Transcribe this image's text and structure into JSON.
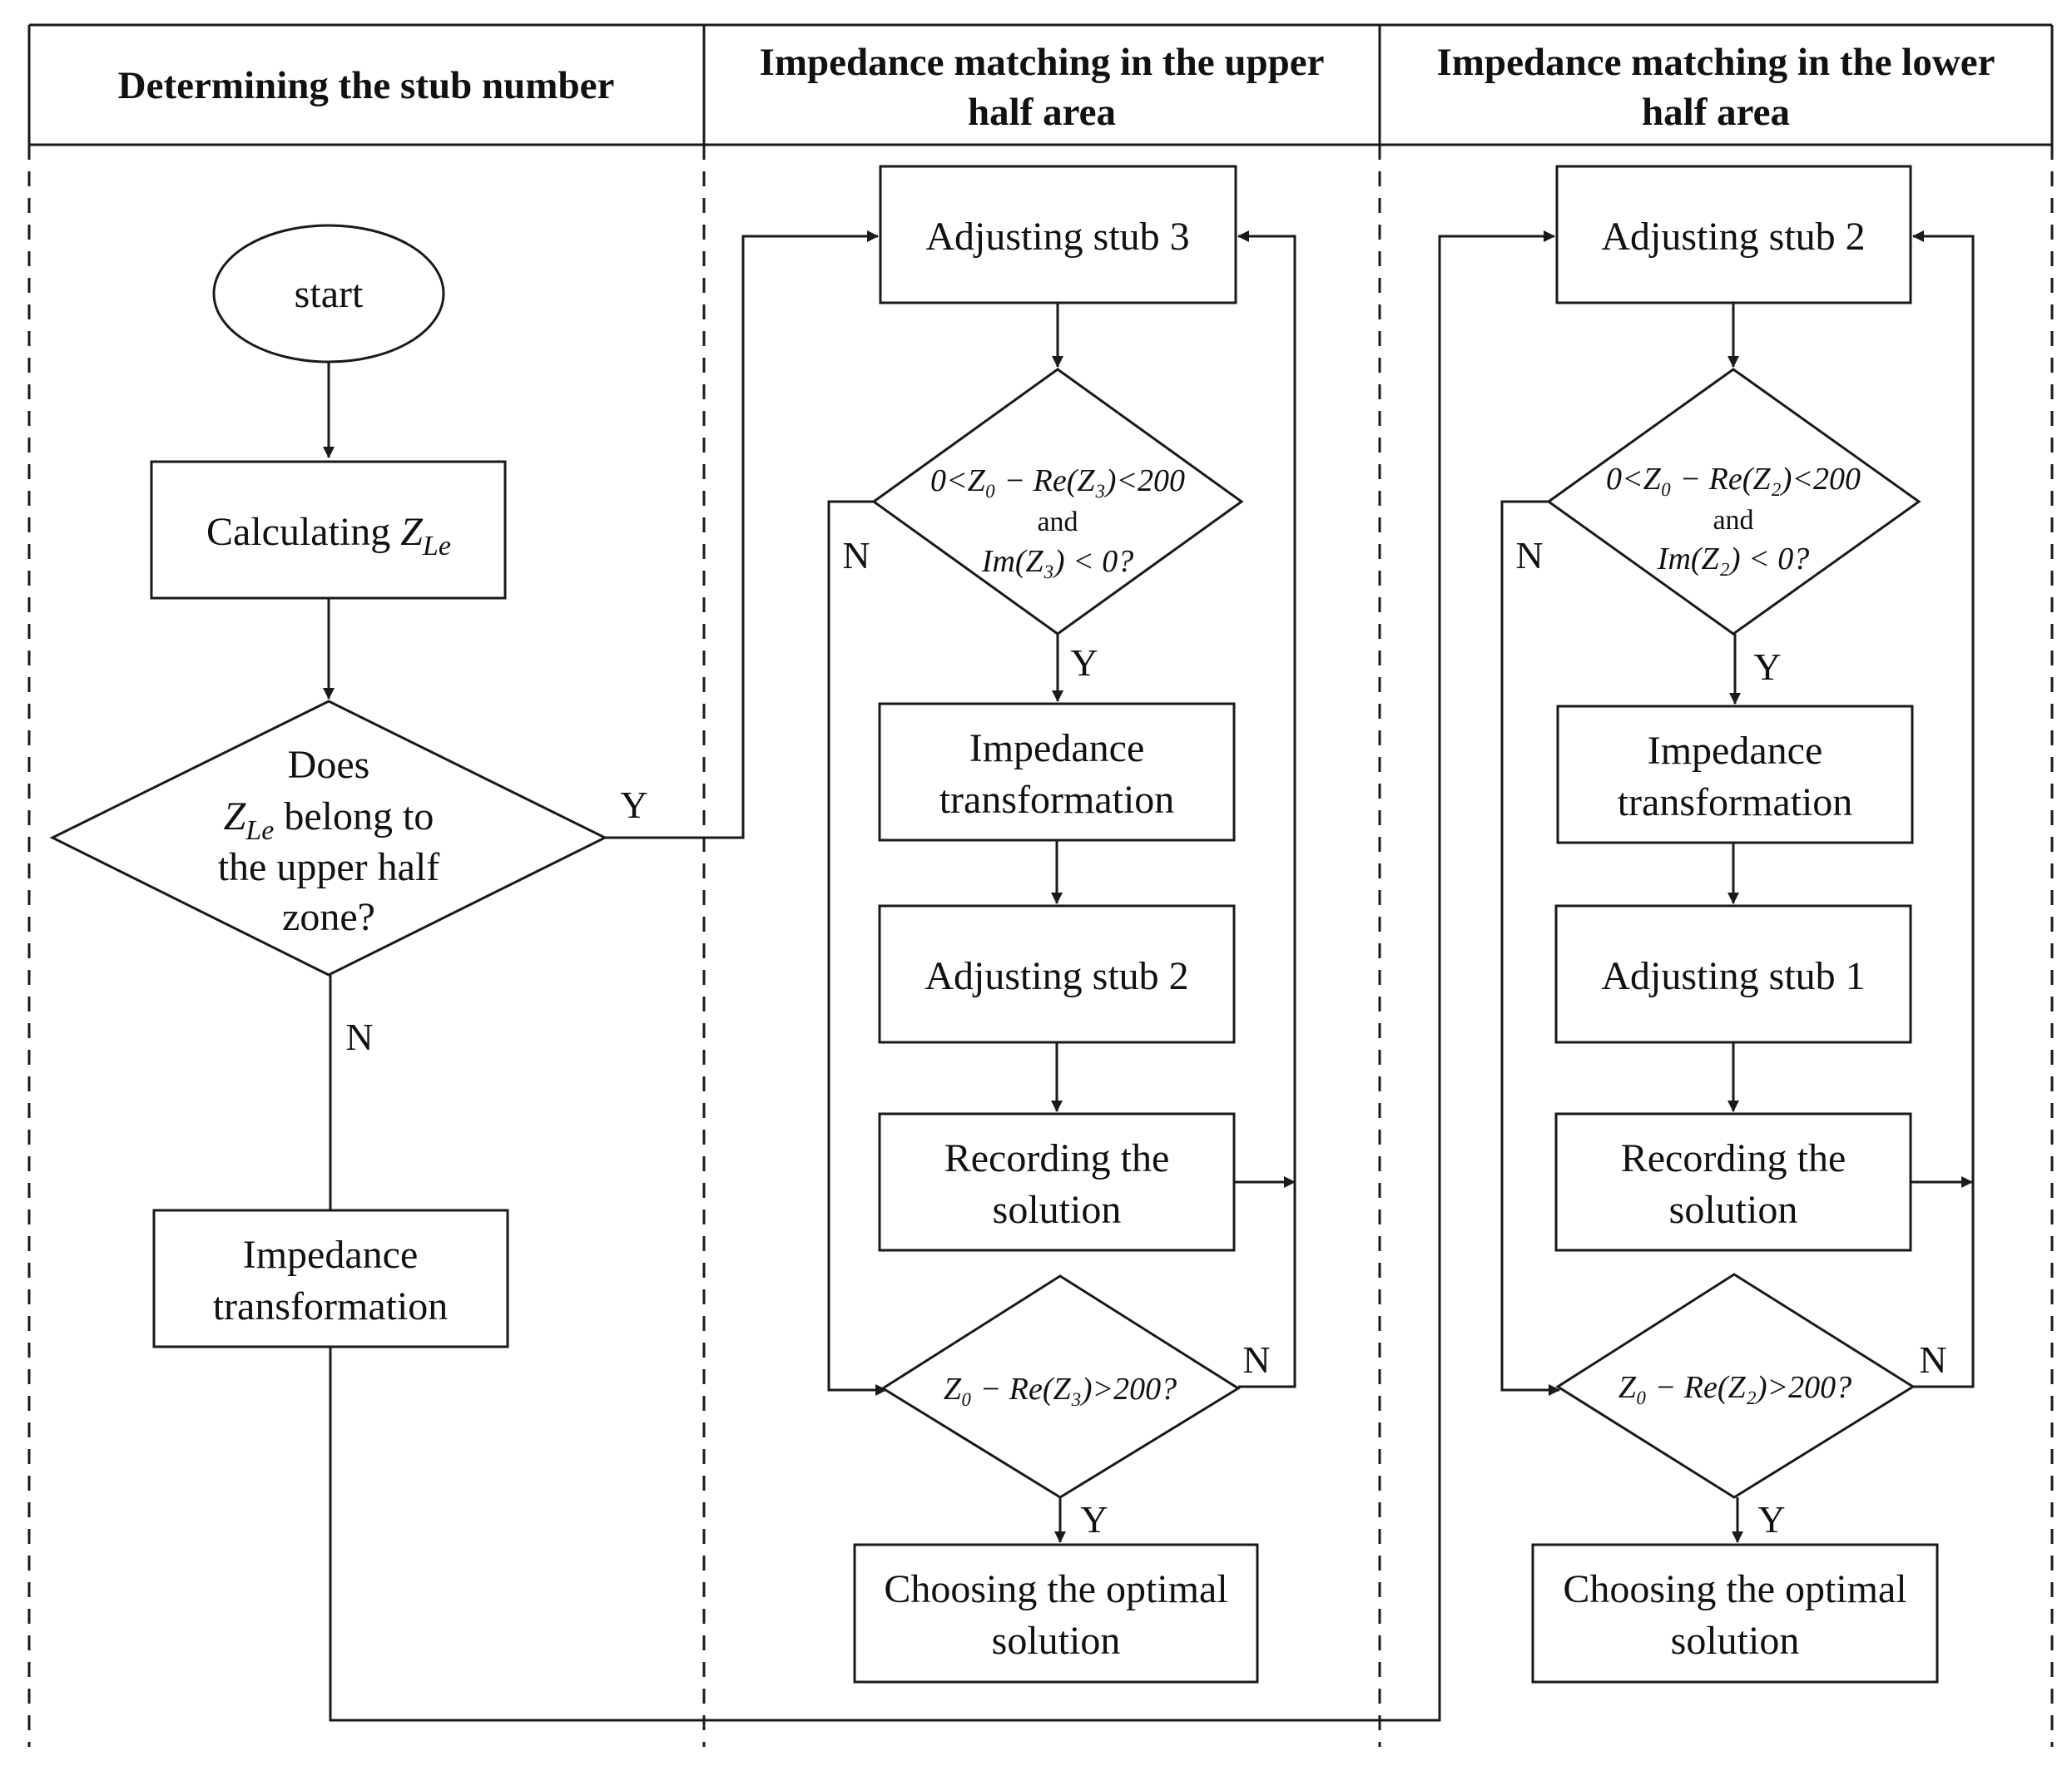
{
  "headers": {
    "col1": "Determining the stub number",
    "col2_line1": "Impedance matching in the upper",
    "col2_line2": "half area",
    "col3_line1": "Impedance matching in the lower",
    "col3_line2": "half area"
  },
  "left": {
    "start": "start",
    "calc_prefix": "Calculating ",
    "calc_var": "Z",
    "calc_sub": "Le",
    "decision_line1": "Does",
    "decision_var": "Z",
    "decision_sub": "Le",
    "decision_line2_rest": " belong to",
    "decision_line3": "the upper half",
    "decision_line4": "zone?",
    "yes": "Y",
    "no": "N",
    "transform_line1": "Impedance",
    "transform_line2": "transformation"
  },
  "upper": {
    "adjust_first": "Adjusting stub 3",
    "cond_line1": "0<Z₀ − Re(Z₃)<200",
    "cond_line2": "and",
    "cond_line3": "Im(Z₃) < 0?",
    "no1": "N",
    "yes1": "Y",
    "transform_line1": "Impedance",
    "transform_line2": "transformation",
    "adjust_second": "Adjusting stub 2",
    "record_line1": "Recording the",
    "record_line2": "solution",
    "check": "Z₀ − Re(Z₃)>200?",
    "no2": "N",
    "yes2": "Y",
    "choose_line1": "Choosing the optimal",
    "choose_line2": "solution"
  },
  "lower": {
    "adjust_first": "Adjusting stub 2",
    "cond_line1": "0<Z₀ − Re(Z₂)<200",
    "cond_line2": "and",
    "cond_line3": "Im(Z₂) < 0?",
    "no1": "N",
    "yes1": "Y",
    "transform_line1": "Impedance",
    "transform_line2": "transformation",
    "adjust_second": "Adjusting stub 1",
    "record_line1": "Recording the",
    "record_line2": "solution",
    "check": "Z₀ − Re(Z₂)>200?",
    "no2": "N",
    "yes2": "Y",
    "choose_line1": "Choosing the optimal",
    "choose_line2": "solution"
  }
}
